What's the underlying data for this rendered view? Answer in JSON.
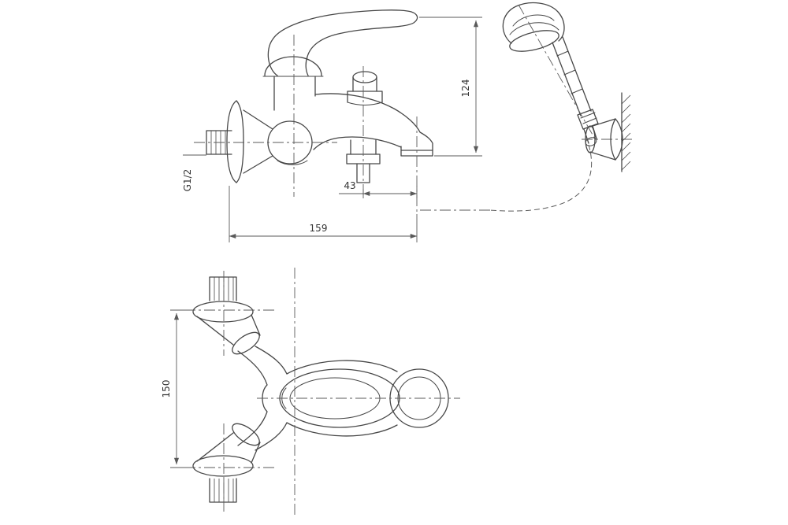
{
  "canvas": {
    "background": "#ffffff",
    "line_color": "#474747",
    "centerline_color": "#5a5a5a",
    "text_color": "#333333"
  },
  "dimensions": {
    "spout_to_handle_height": "124",
    "diverter_to_spout": "43",
    "overall_depth": "159",
    "wall_connection_thread": "G1/2",
    "flange_center_distance": "150"
  }
}
